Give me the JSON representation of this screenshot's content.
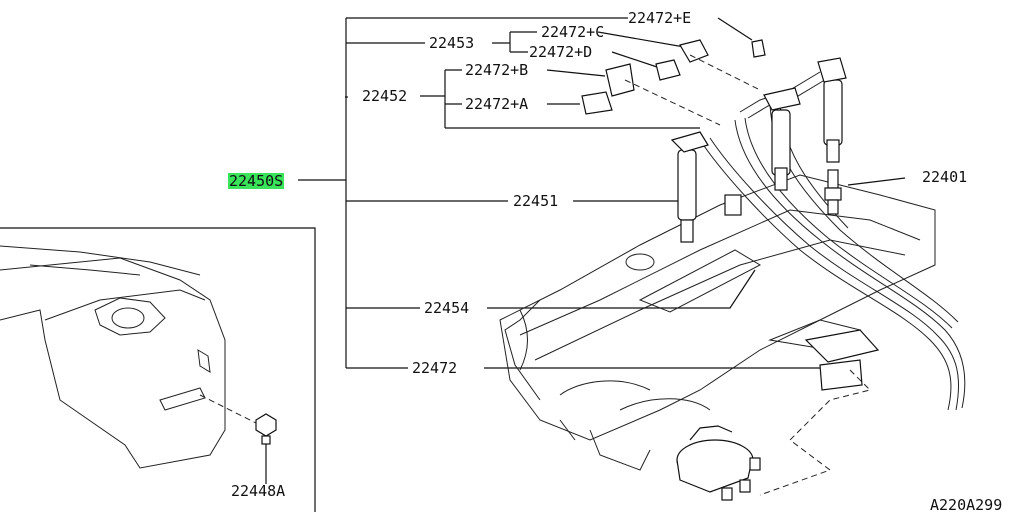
{
  "labels": {
    "assembly": "22450S",
    "cable_453": "22453",
    "clamp_c": "22472+C",
    "clamp_e": "22472+E",
    "clamp_d": "22472+D",
    "cable_452": "22452",
    "clamp_b": "22472+B",
    "clamp_a": "22472+A",
    "cable_451": "22451",
    "spark_plug": "22401",
    "cable_454": "22454",
    "clamp": "22472",
    "bolt": "22448A",
    "diagram_code": "A220A299"
  },
  "highlight_color": "#39e35a"
}
